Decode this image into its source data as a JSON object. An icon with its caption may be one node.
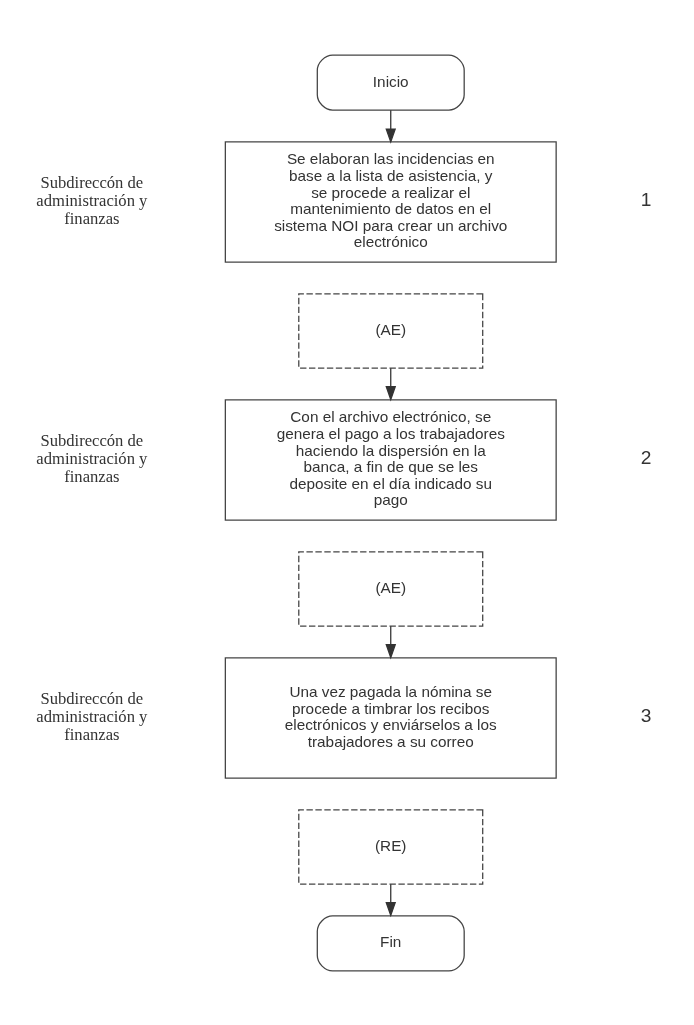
{
  "diagram": {
    "nodes": [
      {
        "text": [
          "Inicio"
        ]
      },
      {
        "text": [
          "Se elaboran las incidencias en base a la lista de asistencia, y se procede a realizar el mantenimiento de datos en el sistema NOI para crear un archivo electrónico"
        ]
      },
      {
        "text": [
          "(AE)"
        ]
      },
      {
        "text": [
          "Con el archivo electrónico, se genera el pago a los trabajadores haciendo la dispersión en la banca, a fin de que se les deposite en el día indicado su pago"
        ]
      },
      {
        "text": [
          "(AE)"
        ]
      },
      {
        "text": [
          "Una vez pagada la nómina se procede a timbrar los recibos electrónicos y enviárselos a los trabajadores a su correo"
        ]
      },
      {
        "text": [
          "(RE)"
        ]
      },
      {
        "text": [
          "Fin"
        ]
      }
    ],
    "edges": [
      {
        "from": 0,
        "to": 1,
        "arrow": "to"
      },
      {
        "from": 2,
        "to": 3,
        "arrow": "to"
      },
      {
        "from": 4,
        "to": 5,
        "arrow": "to"
      },
      {
        "from": 6,
        "to": 7,
        "arrow": "to"
      }
    ],
    "labels": [
      "Subdireccón de administración y finanzas",
      "1",
      "Subdireccón de administración y finanzas",
      "2",
      "Subdireccón de administración y finanzas",
      "3"
    ]
  }
}
